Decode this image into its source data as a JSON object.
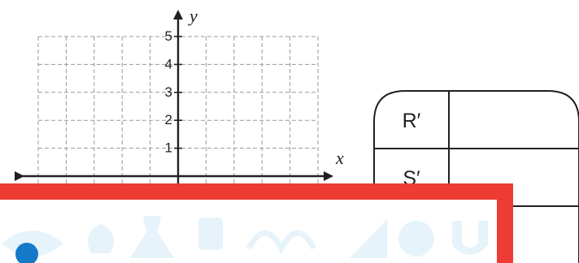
{
  "graph": {
    "x_axis_label": "x",
    "y_axis_label": "y",
    "y_tick_labels": [
      "1",
      "2",
      "3",
      "4",
      "5"
    ],
    "grid_columns": 10,
    "grid_rows": 5,
    "grid_style": "dashed"
  },
  "coordinate_table": {
    "rows": [
      {
        "label": "R′",
        "value": ""
      },
      {
        "label": "S′",
        "value": ""
      },
      {
        "label": "",
        "value": ""
      }
    ]
  },
  "overlay_panel": {
    "border_color": "#ee3b33",
    "bullet_color": "#1479c9",
    "watermark_color": "#e7f3fb"
  },
  "colors": {
    "ink": "#231f20",
    "grid": "#9a9a9a"
  }
}
